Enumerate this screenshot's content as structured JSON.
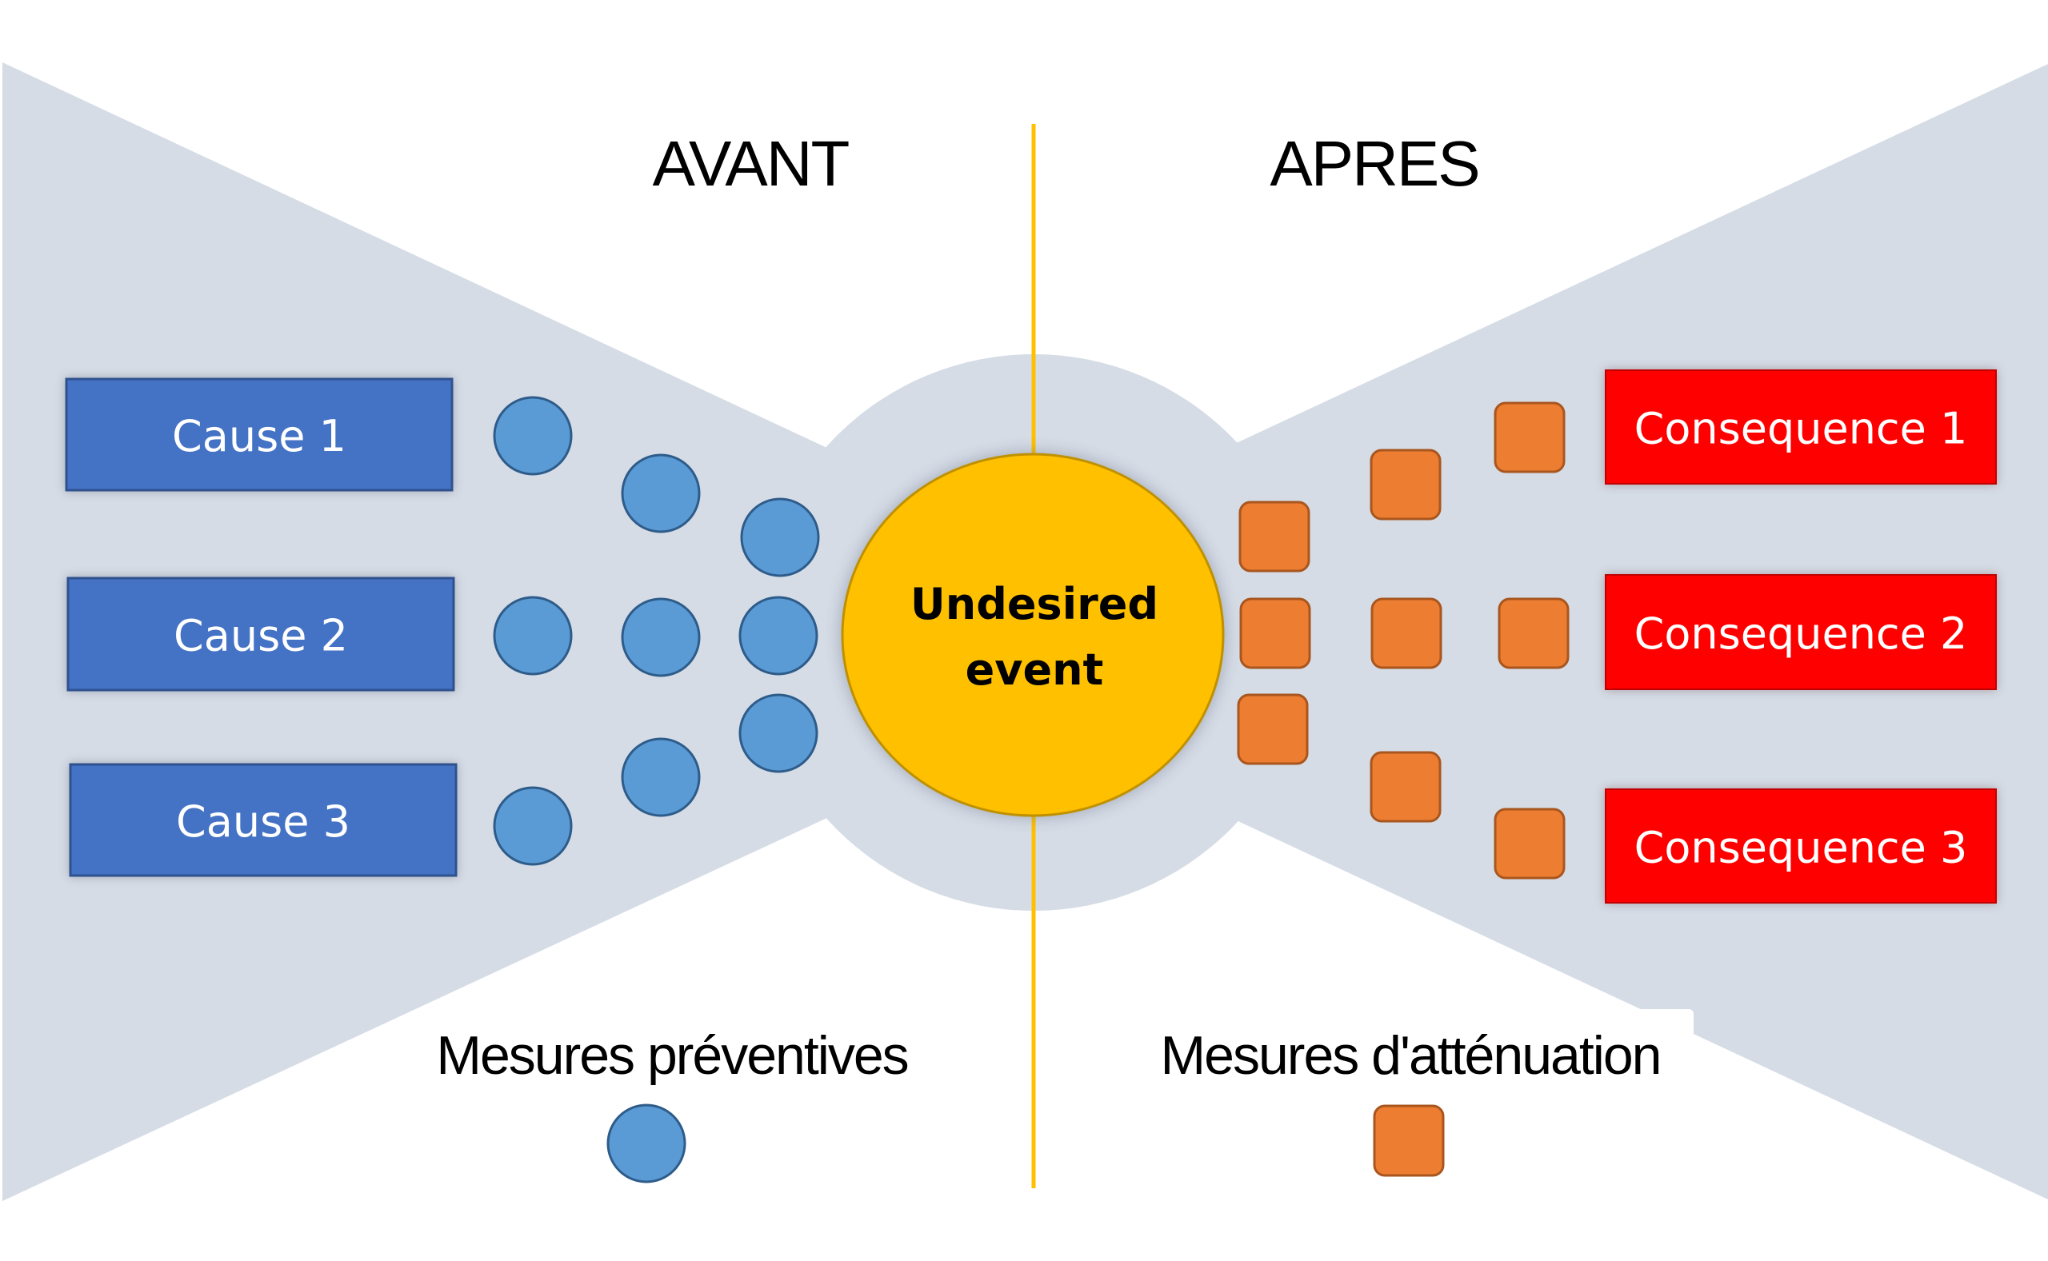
{
  "diagram": {
    "type": "bowtie-risk-analysis",
    "phases": {
      "before": "AVANT",
      "after": "APRES"
    },
    "central_event": {
      "line1": "Undesired",
      "line2": "event"
    },
    "causes": [
      {
        "label": "Cause 1"
      },
      {
        "label": "Cause 2"
      },
      {
        "label": "Cause 3"
      }
    ],
    "consequences": [
      {
        "label": "Consequence 1"
      },
      {
        "label": "Consequence 2"
      },
      {
        "label": "Consequence 3"
      }
    ],
    "preventive_measures": {
      "count": 9,
      "shape": "circle"
    },
    "mitigation_measures": {
      "count": 9,
      "shape": "rounded-square"
    },
    "legend": {
      "preventive": {
        "label": "Mesures préventives",
        "shape": "circle",
        "color": "#5B9BD5"
      },
      "mitigation": {
        "label": "Mesures d'atténuation",
        "shape": "rounded-square",
        "color": "#ED7D31"
      }
    },
    "colors": {
      "background_shape": "#D5DCE6",
      "divider": "#FFC000",
      "event": "#FFC000",
      "cause": "#4472C4",
      "consequence": "#FF0000",
      "preventive": "#5B9BD5",
      "mitigation": "#ED7D31"
    }
  }
}
